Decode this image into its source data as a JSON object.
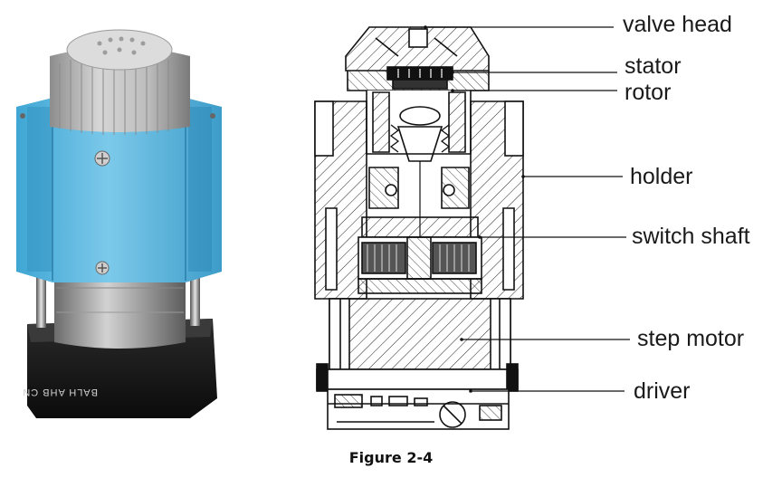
{
  "photo": {
    "product_marking": "BALH AHB CN"
  },
  "labels": {
    "valve_head": "valve head",
    "stator": "stator",
    "rotor": "rotor",
    "holder": "holder",
    "switch_shaft": "switch shaft",
    "step_motor": "step motor",
    "driver": "driver"
  },
  "caption": "Figure 2-4"
}
